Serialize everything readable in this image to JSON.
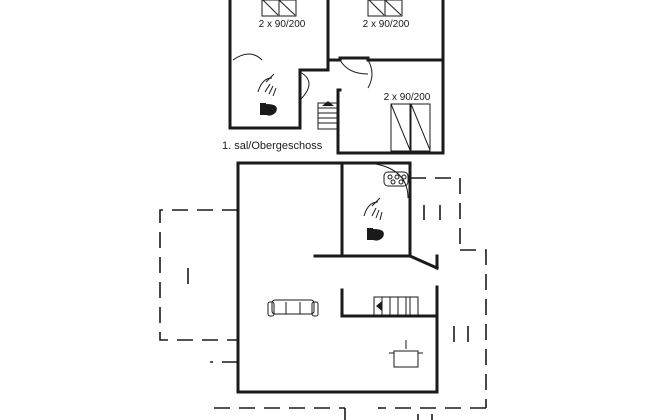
{
  "plan": {
    "upper_floor_label": "1. sal/Obergeschoss",
    "beds": [
      {
        "label": "2 x 90/200"
      },
      {
        "label": "2 x 90/200"
      },
      {
        "label": "2 x 90/200"
      }
    ]
  },
  "icons": {
    "shower": "shower-icon",
    "toilet": "toilet-icon",
    "stairs": "stairs-icon",
    "stove": "stove-icon",
    "sofa": "sofa-icon",
    "pot": "cooking-pot-icon"
  }
}
